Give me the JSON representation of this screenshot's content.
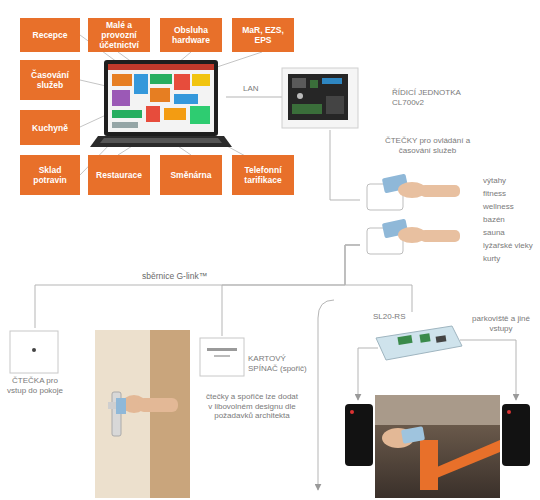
{
  "diagram": {
    "nodes": [
      {
        "text": [
          "Recepce"
        ]
      },
      {
        "text": [
          "Malé a provozní účetnictví"
        ]
      },
      {
        "text": [
          "Obsluha hardware"
        ]
      },
      {
        "text": [
          "MaR, EZS, EPS"
        ]
      },
      {
        "text": [
          "Časování služeb"
        ]
      },
      {
        "text": [
          "Kuchyně"
        ]
      },
      {
        "text": [
          "Sklad potravin"
        ]
      },
      {
        "text": [
          "Restaurace"
        ]
      },
      {
        "text": [
          "Směnárna"
        ]
      },
      {
        "text": [
          "Telefonní tarifikace"
        ]
      },
      {
        "text": [
          "ŘÍDICÍ JEDNOTKA CL700v2"
        ]
      },
      {
        "text": [
          "ČTEČKY pro ovládání a časování služeb"
        ]
      },
      {
        "text": [
          "ČTEČKA pro vstup do pokoje"
        ]
      },
      {
        "text": [
          "KARTOVÝ SPÍNAČ (spořič)"
        ]
      },
      {
        "text": [
          "SL20-RS"
        ]
      }
    ],
    "edges": [
      {
        "from": 10,
        "to": 11,
        "arrow": "none"
      },
      {
        "from": 11,
        "to": 12,
        "label": "sběrnice G-link™",
        "arrow": "none"
      },
      {
        "from": 11,
        "to": 13,
        "arrow": "none"
      },
      {
        "from": 11,
        "to": 14,
        "arrow": "none"
      }
    ],
    "labels": [
      "LAN",
      "výtahy",
      "fitness",
      "wellness",
      "bazén",
      "sauna",
      "lyžařské vleky",
      "kurty",
      "čtečky a spořiče lze dodat v libovolném designu dle požadavků architekta",
      "parkoviště a jiné vstupy"
    ]
  }
}
